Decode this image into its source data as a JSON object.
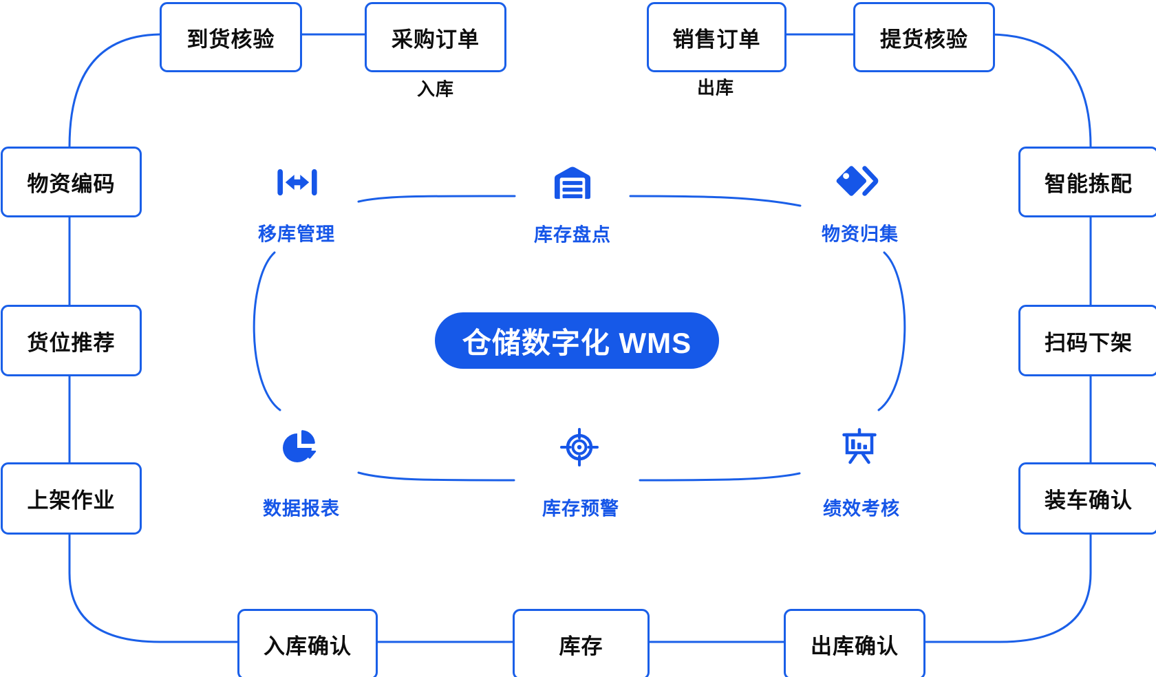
{
  "center": {
    "label": "仓储数字化 WMS"
  },
  "colors": {
    "blue": "#1656E8",
    "wire_blue": "#1A5FE8",
    "text_black": "#0d0d0d",
    "white": "#ffffff"
  },
  "outer_boxes": {
    "arrival_check": "到货核验",
    "purchase_order": "采购订单",
    "sales_order": "销售订单",
    "pickup_check": "提货核验",
    "material_coding": "物资编码",
    "slot_recommend": "货位推荐",
    "shelving": "上架作业",
    "smart_picking": "智能拣配",
    "scan_unshelve": "扫码下架",
    "truck_confirm": "装车确认",
    "inbound_confirm": "入库确认",
    "inventory": "库存",
    "outbound_confirm": "出库确认"
  },
  "flow_labels": {
    "inbound": "入库",
    "outbound": "出库"
  },
  "inner_nodes": {
    "move_mgmt": "移库管理",
    "stock_count": "库存盘点",
    "material_collect": "物资归集",
    "data_report": "数据报表",
    "stock_alert": "库存预警",
    "performance": "绩效考核"
  }
}
